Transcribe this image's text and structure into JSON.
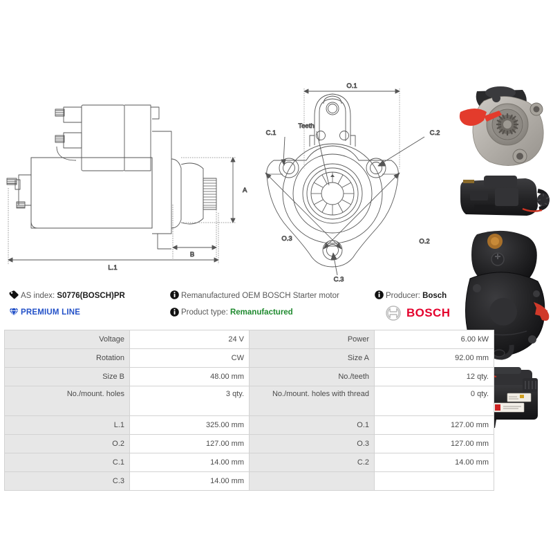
{
  "drawings": {
    "side_view": {
      "name": "starter-motor-side-view",
      "dimension_labels": [
        "A",
        "B",
        "L.1"
      ]
    },
    "front_view": {
      "name": "starter-motor-flange-front-view",
      "dimension_labels": [
        "O.1",
        "O.2",
        "O.3",
        "C.1",
        "C.2",
        "C.3"
      ],
      "annotations": [
        "Teeth"
      ]
    }
  },
  "photos": [
    {
      "name": "product-photo-drive-end",
      "alt": "Starter motor drive end with pinion and red cap"
    },
    {
      "name": "product-photo-side-black",
      "alt": "Black starter motor side view"
    },
    {
      "name": "product-photo-commutator-end",
      "alt": "Black starter motor commutator end view"
    },
    {
      "name": "product-photo-full-side",
      "alt": "Black starter motor full side view with labels"
    }
  ],
  "info": {
    "as_index": {
      "label": "AS index:",
      "value": "S0776(BOSCH)PR",
      "icon": "tag-icon"
    },
    "premium": {
      "label": "PREMIUM LINE",
      "icon": "gem-icon",
      "color": "#2351c8"
    },
    "remanufactured_oem": {
      "label": "Remanufactured OEM BOSCH Starter motor",
      "icon": "info-icon"
    },
    "product_type": {
      "label": "Product type:",
      "value": "Remanufactured",
      "icon": "info-icon",
      "color": "#1f8a2f"
    },
    "producer": {
      "label": "Producer:",
      "value": "Bosch",
      "icon": "info-icon"
    },
    "brand_logo": {
      "text": "BOSCH",
      "color": "#e4022d",
      "mark": "bosch-armature-icon"
    }
  },
  "spec_table": {
    "rows": [
      {
        "k1": "Voltage",
        "v1": "24 V",
        "k2": "Power",
        "v2": "6.00 kW",
        "tall": false
      },
      {
        "k1": "Rotation",
        "v1": "CW",
        "k2": "Size A",
        "v2": "92.00 mm",
        "tall": false
      },
      {
        "k1": "Size B",
        "v1": "48.00 mm",
        "k2": "No./teeth",
        "v2": "12 qty.",
        "tall": false
      },
      {
        "k1": "No./mount. holes",
        "v1": "3 qty.",
        "k2": "No./mount. holes with thread",
        "v2": "0 qty.",
        "tall": true
      },
      {
        "k1": "L.1",
        "v1": "325.00 mm",
        "k2": "O.1",
        "v2": "127.00 mm",
        "tall": false
      },
      {
        "k1": "O.2",
        "v1": "127.00 mm",
        "k2": "O.3",
        "v2": "127.00 mm",
        "tall": false
      },
      {
        "k1": "C.1",
        "v1": "14.00 mm",
        "k2": "C.2",
        "v2": "14.00 mm",
        "tall": false
      },
      {
        "k1": "C.3",
        "v1": "14.00 mm",
        "k2": "",
        "v2": "",
        "tall": false
      }
    ]
  }
}
